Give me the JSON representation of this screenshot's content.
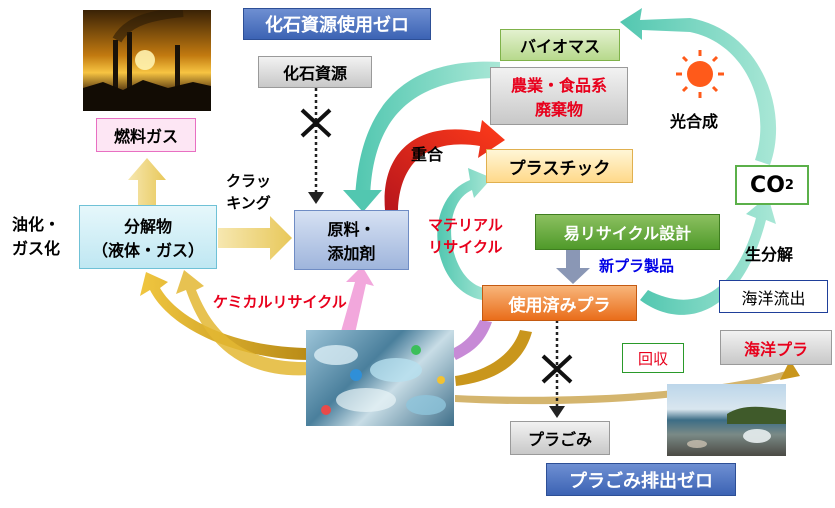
{
  "titles": {
    "fossil_zero": "化石資源使用ゼロ",
    "waste_zero": "プラごみ排出ゼロ"
  },
  "nodes": {
    "fuel_gas": "燃料ガス",
    "fossil": "化石資源",
    "decomp_line1": "分解物",
    "decomp_line2": "（液体・ガス）",
    "raw_line1": "原料・",
    "raw_line2": "添加剤",
    "biomass": "バイオマス",
    "agri_line1": "農業・食品系",
    "agri_line2": "廃棄物",
    "plastic": "プラスチック",
    "recycle_design": "易リサイクル設計",
    "used_plastic": "使用済みプラ",
    "ocean_outflow": "海洋流出",
    "ocean_plastic": "海洋プラ",
    "collect": "回収",
    "plastic_waste": "プラごみ",
    "co2_main": "CO",
    "co2_sub": "2"
  },
  "labels": {
    "oil_line1": "油化・",
    "oil_line2": "ガス化",
    "cracking_line1": "クラッ",
    "cracking_line2": "キング",
    "polymerization": "重合",
    "photosynthesis": "光合成",
    "material_line1": "マテリアル",
    "material_line2": "リサイクル",
    "new_product": "新プラ製品",
    "chemical": "ケミカルリサイクル",
    "biodegrade": "生分解"
  },
  "colors": {
    "red_text": "#e8001c",
    "blue_text": "#0000e6",
    "green_text": "#1a8c1a",
    "orange_box": "#e96d1a",
    "title_blue": "#3c63b4"
  }
}
